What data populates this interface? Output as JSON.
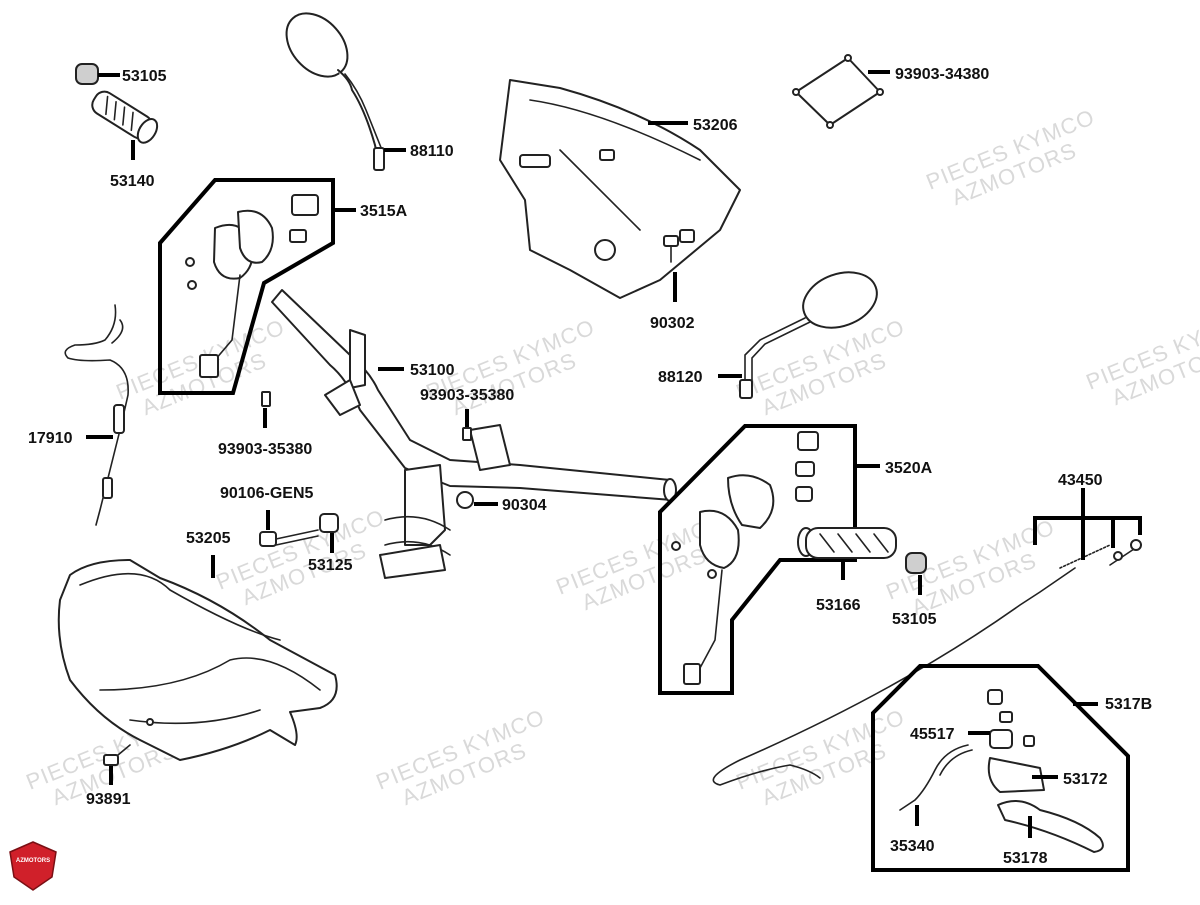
{
  "watermark": {
    "line1": "PIECES KYMCO",
    "line2": "AZMOTORS"
  },
  "logo": {
    "text": "AZMOTORS",
    "color": "#d0202a"
  },
  "parts": [
    {
      "id": "p53105a",
      "label": "53105"
    },
    {
      "id": "p53140",
      "label": "53140"
    },
    {
      "id": "p88110",
      "label": "88110"
    },
    {
      "id": "p3515A",
      "label": "3515A"
    },
    {
      "id": "p53206",
      "label": "53206"
    },
    {
      "id": "p93903_34380",
      "label": "93903-34380"
    },
    {
      "id": "p90302",
      "label": "90302"
    },
    {
      "id": "p88120",
      "label": "88120"
    },
    {
      "id": "p17910",
      "label": "17910"
    },
    {
      "id": "p53100",
      "label": "53100"
    },
    {
      "id": "p93903_35380a",
      "label": "93903-35380"
    },
    {
      "id": "p93903_35380b",
      "label": "93903-35380"
    },
    {
      "id": "p90304",
      "label": "90304"
    },
    {
      "id": "p90106",
      "label": "90106-GEN5"
    },
    {
      "id": "p53205",
      "label": "53205"
    },
    {
      "id": "p53125",
      "label": "53125"
    },
    {
      "id": "p3520A",
      "label": "3520A"
    },
    {
      "id": "p43450",
      "label": "43450"
    },
    {
      "id": "p53166",
      "label": "53166"
    },
    {
      "id": "p53105b",
      "label": "53105"
    },
    {
      "id": "p5317B",
      "label": "5317B"
    },
    {
      "id": "p45517",
      "label": "45517"
    },
    {
      "id": "p53172",
      "label": "53172"
    },
    {
      "id": "p35340",
      "label": "35340"
    },
    {
      "id": "p53178",
      "label": "53178"
    },
    {
      "id": "p93891",
      "label": "93891"
    }
  ]
}
